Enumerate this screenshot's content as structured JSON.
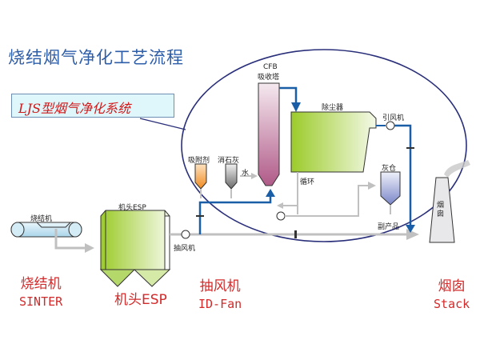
{
  "title": "烧结烟气净化工艺流程",
  "system_label": "LJS型烟气净化系统",
  "components": {
    "sinter_machine": "烧结机",
    "head_esp": "机头ESP",
    "extraction_fan": "抽风机",
    "cfb_line1": "CFB",
    "cfb_line2": "吸收塔",
    "dust_collector": "除尘器",
    "induced_fan": "引风机",
    "adsorbent": "吸附剂",
    "slaked_lime": "消石灰",
    "water": "水",
    "recycle": "循环",
    "ash_silo": "灰仓",
    "byproduct": "副产品",
    "stack": "烟囱"
  },
  "bottom_labels": [
    {
      "cn": "烧结机",
      "en": "SINTER"
    },
    {
      "cn": "机头ESP",
      "en": ""
    },
    {
      "cn": "抽风机",
      "en": "ID-Fan"
    },
    {
      "cn": "烟囱",
      "en": "Stack"
    }
  ],
  "colors": {
    "title": "#2f5ea8",
    "accent_red": "#d22a2a",
    "flow_blue": "#1a5ea8",
    "flow_gray": "#c0c0c0",
    "ellipse": "#2a2f7a"
  }
}
